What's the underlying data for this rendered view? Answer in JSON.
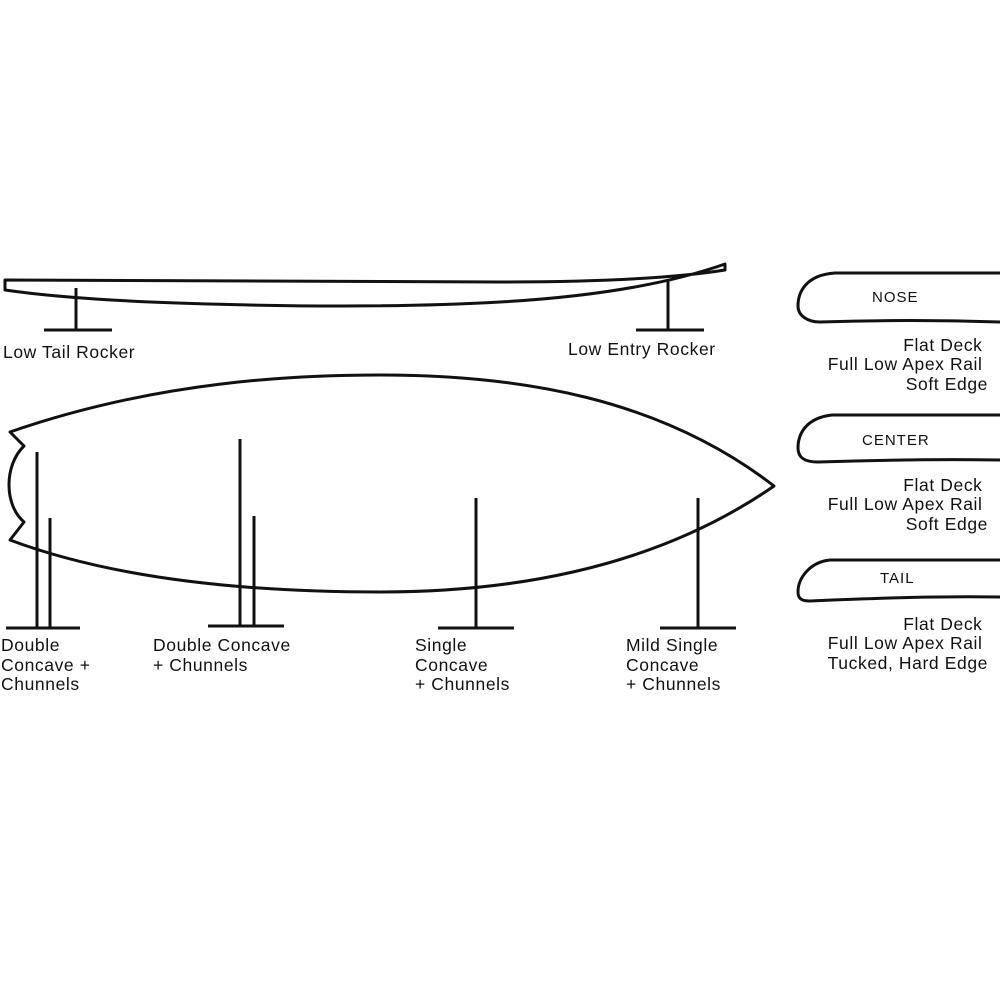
{
  "rocker": {
    "tail_label": "Low Tail Rocker",
    "entry_label": "Low Entry Rocker"
  },
  "bottom": {
    "labels": [
      {
        "lines": [
          "Double",
          "Concave +",
          "Chunnels"
        ]
      },
      {
        "lines": [
          "Double Concave",
          "+ Chunnels"
        ]
      },
      {
        "lines": [
          "Single",
          "Concave",
          "+ Chunnels"
        ]
      },
      {
        "lines": [
          "Mild Single",
          "Concave",
          "+ Chunnels"
        ]
      }
    ]
  },
  "rails": [
    {
      "name": "NOSE",
      "lines": [
        "Flat Deck",
        "Full Low Apex Rail",
        "Soft Edge"
      ]
    },
    {
      "name": "CENTER",
      "lines": [
        "Flat Deck",
        "Full Low Apex Rail",
        "Soft Edge"
      ]
    },
    {
      "name": "TAIL",
      "lines": [
        "Flat Deck",
        "Full Low Apex Rail",
        "Tucked, Hard Edge"
      ]
    }
  ],
  "colors": {
    "line": "#111111",
    "background": "#ffffff"
  }
}
